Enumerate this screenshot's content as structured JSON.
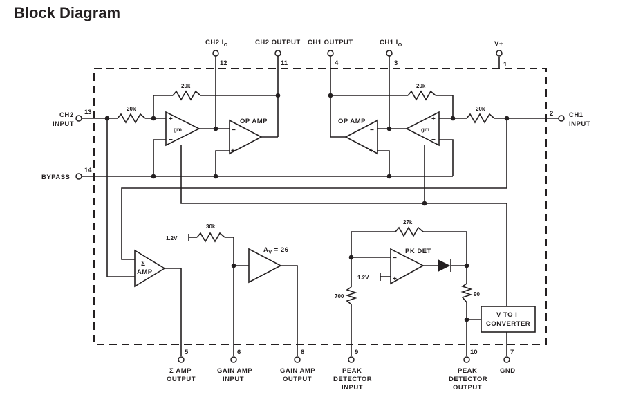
{
  "title": "Block Diagram",
  "pins": {
    "ch2_io": {
      "name": "CH2 I",
      "sub": "O",
      "num": "12"
    },
    "ch2_output": {
      "name": "CH2 OUTPUT",
      "num": "11"
    },
    "ch1_output": {
      "name": "CH1 OUTPUT",
      "num": "4"
    },
    "ch1_io": {
      "name": "CH1 I",
      "sub": "O",
      "num": "3"
    },
    "vplus": {
      "name": "V+",
      "num": "1"
    },
    "ch2_input": {
      "line1": "CH2",
      "line2": "INPUT",
      "num": "13"
    },
    "bypass": {
      "name": "BYPASS",
      "num": "14"
    },
    "ch1_input": {
      "line1": "CH1",
      "line2": "INPUT",
      "num": "2"
    },
    "sum_amp_output": {
      "line1": "Σ AMP",
      "line2": "OUTPUT",
      "num": "5"
    },
    "gain_amp_input": {
      "line1": "GAIN AMP",
      "line2": "INPUT",
      "num": "6"
    },
    "gain_amp_output": {
      "line1": "GAIN AMP",
      "line2": "OUTPUT",
      "num": "8"
    },
    "peak_detector_input": {
      "line1": "PEAK",
      "line2": "DETECTOR",
      "line3": "INPUT",
      "num": "9"
    },
    "peak_detector_output": {
      "line1": "PEAK",
      "line2": "DETECTOR",
      "line3": "OUTPUT",
      "num": "10"
    },
    "gnd": {
      "name": "GND",
      "num": "7"
    }
  },
  "resistors": {
    "r_ch2_fb": "20k",
    "r_ch2_in": "20k",
    "r_ch1_fb": "20k",
    "r_ch1_in": "20k",
    "r_gain": "30k",
    "r_pk_fb": "27k",
    "r_pk_in": "700",
    "r_pk_out": "90"
  },
  "blocks": {
    "gm_ch2": {
      "label": "gm",
      "plus": "+",
      "minus": "−"
    },
    "opamp_ch2": {
      "label": "OP AMP",
      "plus": "+",
      "minus": "−"
    },
    "opamp_ch1": {
      "label": "OP AMP",
      "plus": "+",
      "minus": "−"
    },
    "gm_ch1": {
      "label": "gm",
      "plus": "+",
      "minus": "−"
    },
    "sum_amp": {
      "line1": "Σ",
      "line2": "AMP"
    },
    "gain_amp": {
      "label_main": "A",
      "label_sub": "V",
      "label_rest": " = 26"
    },
    "pk_det": {
      "label": "PK DET",
      "plus": "+",
      "minus": "−"
    },
    "v_to_i": {
      "line1": "V TO I",
      "line2": "CONVERTER"
    }
  },
  "references": {
    "ref_gain": "1.2V",
    "ref_pk": "1.2V"
  }
}
